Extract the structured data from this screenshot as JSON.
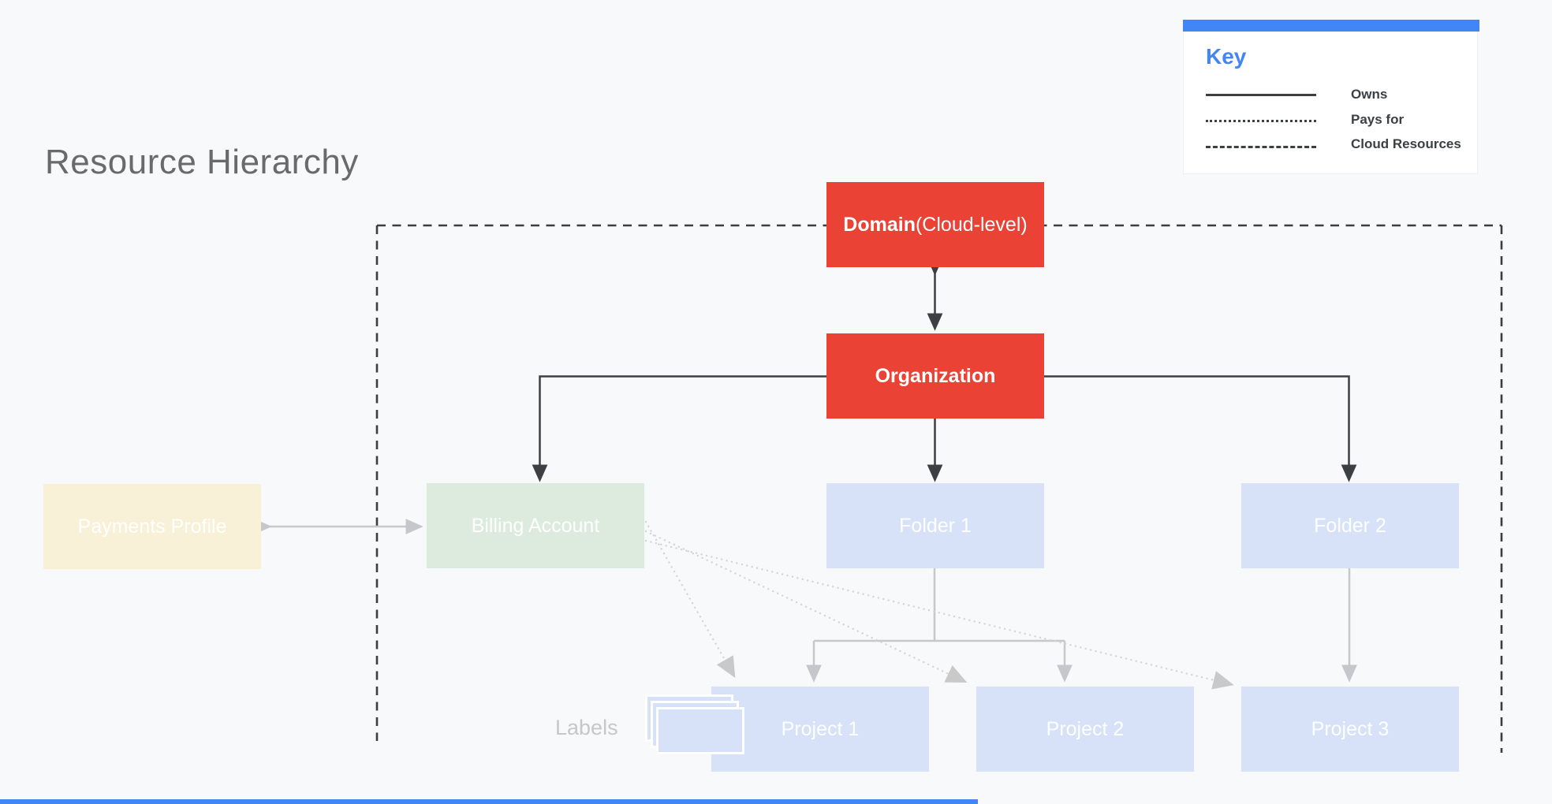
{
  "title": "Resource Hierarchy",
  "key": {
    "heading": "Key",
    "items": [
      {
        "line_style": "solid",
        "label": "Owns"
      },
      {
        "line_style": "dotted",
        "label": "Pays for"
      },
      {
        "line_style": "dashed",
        "label": "Cloud Resources"
      }
    ]
  },
  "nodes": {
    "domain": {
      "label_bold": "Domain",
      "label_suffix": " (Cloud-level)"
    },
    "organization": {
      "label": "Organization"
    },
    "payments_profile": {
      "label": "Payments Profile"
    },
    "billing_account": {
      "label": "Billing Account"
    },
    "folder_1": {
      "label": "Folder 1"
    },
    "folder_2": {
      "label": "Folder 2"
    },
    "project_1": {
      "label": "Project 1"
    },
    "project_2": {
      "label": "Project 2"
    },
    "project_3": {
      "label": "Project 3"
    }
  },
  "annotations": {
    "labels_caption": "Labels"
  },
  "edges": [
    {
      "from": "Domain",
      "to": "Organization",
      "type": "owns",
      "bidirectional": true
    },
    {
      "from": "Organization",
      "to": "Billing Account",
      "type": "owns"
    },
    {
      "from": "Organization",
      "to": "Folder 1",
      "type": "owns"
    },
    {
      "from": "Organization",
      "to": "Folder 2",
      "type": "owns"
    },
    {
      "from": "Payments Profile",
      "to": "Billing Account",
      "type": "linked",
      "bidirectional": true
    },
    {
      "from": "Folder 1",
      "to": "Project 1",
      "type": "owns"
    },
    {
      "from": "Folder 1",
      "to": "Project 2",
      "type": "owns"
    },
    {
      "from": "Folder 2",
      "to": "Project 3",
      "type": "owns"
    },
    {
      "from": "Billing Account",
      "to": "Project 1",
      "type": "pays_for"
    },
    {
      "from": "Billing Account",
      "to": "Project 2",
      "type": "pays_for"
    },
    {
      "from": "Billing Account",
      "to": "Project 3",
      "type": "pays_for"
    }
  ],
  "colors": {
    "background": "#F8F9FA",
    "red": "#EA4335",
    "green": "#DCEBDD",
    "yellow": "#F8F0D7",
    "blue": "#D7E2F9",
    "key_accent": "#4285F4",
    "line_dark": "#3C4043",
    "line_gray": "#C8C8C8",
    "dots_gray": "#D5D5D5",
    "boundary_dark": "#3D3D3D"
  }
}
